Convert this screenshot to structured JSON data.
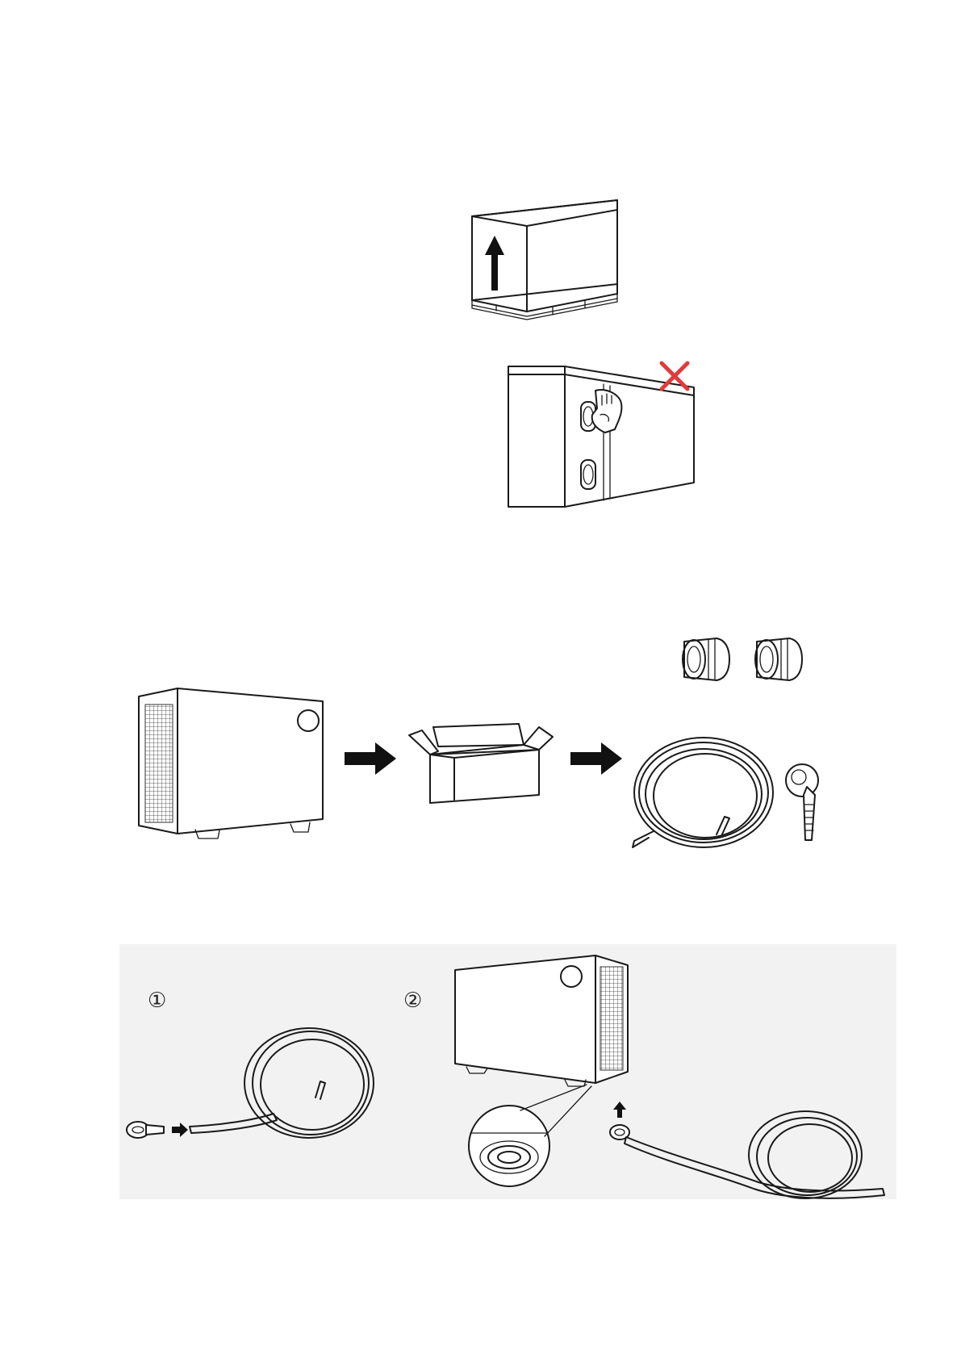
{
  "figures": {
    "packaged_box": {
      "icon": "packaged-unit-upright-arrow"
    },
    "wrong_lifting": {
      "icon": "do-not-lift-by-pipes",
      "mark_color": "#e23a3a"
    },
    "unpacking": {
      "icons": [
        "heat-pump-unit",
        "arrow",
        "open-box",
        "arrow",
        "pipe-connectors",
        "drain-hose",
        "drain-nozzle"
      ]
    },
    "drain_install": {
      "step1_label": "①",
      "step2_label": "②"
    }
  }
}
